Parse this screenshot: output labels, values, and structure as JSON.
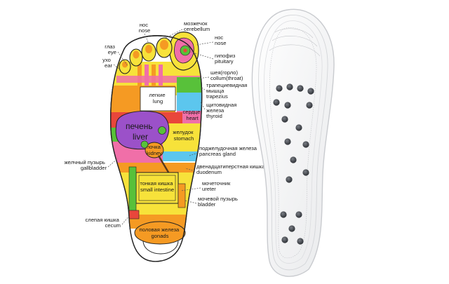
{
  "foot_map": {
    "labels": {
      "nose_left": "нос\nnose",
      "cerebellum": "мозжечок\ncerebellum",
      "nose_right": "нос\nnose",
      "eye": "глаз\neye",
      "pituitary": "гипофиз\npituitary",
      "ear": "ухо\near",
      "throat": "шея(горло)\ncollum(throat)",
      "trapezius": "трапециевидная\nмышца\ntrapezius",
      "thyroid": "щитовидная\nжелеза\nthyroid",
      "lung": "легкие\nlung",
      "heart": "сердце\nheart",
      "liver": "печень\nliver",
      "stomach": "желудок\nstomach",
      "kidney": "почка\nkidney",
      "pancreas": "поджелудочная железа\npancreas gland",
      "gallbladder": "желчный пузырь\ngallbladder",
      "duodenum": "двенадцатиперстная кишка\nduodenum",
      "ureter": "мочеточник\nureter",
      "small_intestine": "тонкая кишка\nsmall intestine",
      "bladder": "мочевой пузырь\nbladder",
      "cecum": "слепая кишка\ncecum",
      "gonads": "половая железа\ngonads"
    }
  },
  "colors": {
    "yellow": "#f7e23a",
    "orange": "#f59a23",
    "red": "#e9463b",
    "pink": "#f06fa8",
    "purple": "#9b51c9",
    "green": "#58c13a",
    "light_blue": "#5cc6ee",
    "insole_magnet": "#3a3d42"
  }
}
